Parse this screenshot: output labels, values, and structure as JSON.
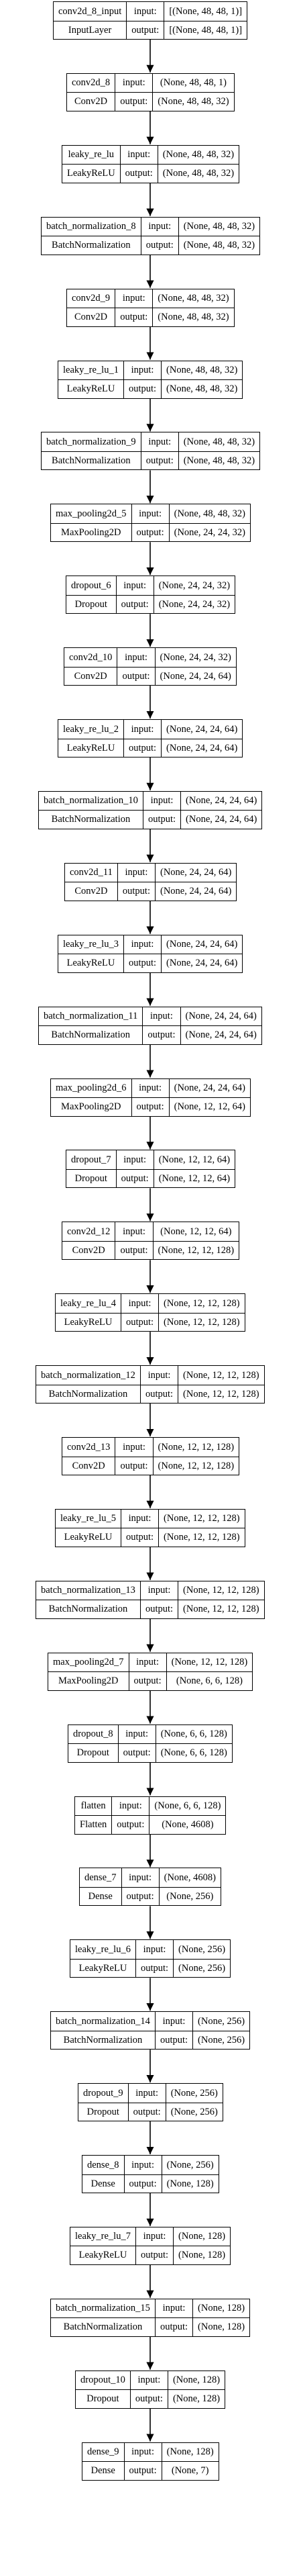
{
  "model_diagram": {
    "input_label": "input:",
    "output_label": "output:",
    "layers": [
      {
        "name": "conv2d_8_input",
        "type": "InputLayer",
        "input": "[(None, 48, 48, 1)]",
        "output": "[(None, 48, 48, 1)]"
      },
      {
        "name": "conv2d_8",
        "type": "Conv2D",
        "input": "(None, 48, 48, 1)",
        "output": "(None, 48, 48, 32)"
      },
      {
        "name": "leaky_re_lu",
        "type": "LeakyReLU",
        "input": "(None, 48, 48, 32)",
        "output": "(None, 48, 48, 32)"
      },
      {
        "name": "batch_normalization_8",
        "type": "BatchNormalization",
        "input": "(None, 48, 48, 32)",
        "output": "(None, 48, 48, 32)"
      },
      {
        "name": "conv2d_9",
        "type": "Conv2D",
        "input": "(None, 48, 48, 32)",
        "output": "(None, 48, 48, 32)"
      },
      {
        "name": "leaky_re_lu_1",
        "type": "LeakyReLU",
        "input": "(None, 48, 48, 32)",
        "output": "(None, 48, 48, 32)"
      },
      {
        "name": "batch_normalization_9",
        "type": "BatchNormalization",
        "input": "(None, 48, 48, 32)",
        "output": "(None, 48, 48, 32)"
      },
      {
        "name": "max_pooling2d_5",
        "type": "MaxPooling2D",
        "input": "(None, 48, 48, 32)",
        "output": "(None, 24, 24, 32)"
      },
      {
        "name": "dropout_6",
        "type": "Dropout",
        "input": "(None, 24, 24, 32)",
        "output": "(None, 24, 24, 32)"
      },
      {
        "name": "conv2d_10",
        "type": "Conv2D",
        "input": "(None, 24, 24, 32)",
        "output": "(None, 24, 24, 64)"
      },
      {
        "name": "leaky_re_lu_2",
        "type": "LeakyReLU",
        "input": "(None, 24, 24, 64)",
        "output": "(None, 24, 24, 64)"
      },
      {
        "name": "batch_normalization_10",
        "type": "BatchNormalization",
        "input": "(None, 24, 24, 64)",
        "output": "(None, 24, 24, 64)"
      },
      {
        "name": "conv2d_11",
        "type": "Conv2D",
        "input": "(None, 24, 24, 64)",
        "output": "(None, 24, 24, 64)"
      },
      {
        "name": "leaky_re_lu_3",
        "type": "LeakyReLU",
        "input": "(None, 24, 24, 64)",
        "output": "(None, 24, 24, 64)"
      },
      {
        "name": "batch_normalization_11",
        "type": "BatchNormalization",
        "input": "(None, 24, 24, 64)",
        "output": "(None, 24, 24, 64)"
      },
      {
        "name": "max_pooling2d_6",
        "type": "MaxPooling2D",
        "input": "(None, 24, 24, 64)",
        "output": "(None, 12, 12, 64)"
      },
      {
        "name": "dropout_7",
        "type": "Dropout",
        "input": "(None, 12, 12, 64)",
        "output": "(None, 12, 12, 64)"
      },
      {
        "name": "conv2d_12",
        "type": "Conv2D",
        "input": "(None, 12, 12, 64)",
        "output": "(None, 12, 12, 128)"
      },
      {
        "name": "leaky_re_lu_4",
        "type": "LeakyReLU",
        "input": "(None, 12, 12, 128)",
        "output": "(None, 12, 12, 128)"
      },
      {
        "name": "batch_normalization_12",
        "type": "BatchNormalization",
        "input": "(None, 12, 12, 128)",
        "output": "(None, 12, 12, 128)"
      },
      {
        "name": "conv2d_13",
        "type": "Conv2D",
        "input": "(None, 12, 12, 128)",
        "output": "(None, 12, 12, 128)"
      },
      {
        "name": "leaky_re_lu_5",
        "type": "LeakyReLU",
        "input": "(None, 12, 12, 128)",
        "output": "(None, 12, 12, 128)"
      },
      {
        "name": "batch_normalization_13",
        "type": "BatchNormalization",
        "input": "(None, 12, 12, 128)",
        "output": "(None, 12, 12, 128)"
      },
      {
        "name": "max_pooling2d_7",
        "type": "MaxPooling2D",
        "input": "(None, 12, 12, 128)",
        "output": "(None, 6, 6, 128)"
      },
      {
        "name": "dropout_8",
        "type": "Dropout",
        "input": "(None, 6, 6, 128)",
        "output": "(None, 6, 6, 128)"
      },
      {
        "name": "flatten",
        "type": "Flatten",
        "input": "(None, 6, 6, 128)",
        "output": "(None, 4608)"
      },
      {
        "name": "dense_7",
        "type": "Dense",
        "input": "(None, 4608)",
        "output": "(None, 256)"
      },
      {
        "name": "leaky_re_lu_6",
        "type": "LeakyReLU",
        "input": "(None, 256)",
        "output": "(None, 256)"
      },
      {
        "name": "batch_normalization_14",
        "type": "BatchNormalization",
        "input": "(None, 256)",
        "output": "(None, 256)"
      },
      {
        "name": "dropout_9",
        "type": "Dropout",
        "input": "(None, 256)",
        "output": "(None, 256)"
      },
      {
        "name": "dense_8",
        "type": "Dense",
        "input": "(None, 256)",
        "output": "(None, 128)"
      },
      {
        "name": "leaky_re_lu_7",
        "type": "LeakyReLU",
        "input": "(None, 128)",
        "output": "(None, 128)"
      },
      {
        "name": "batch_normalization_15",
        "type": "BatchNormalization",
        "input": "(None, 128)",
        "output": "(None, 128)"
      },
      {
        "name": "dropout_10",
        "type": "Dropout",
        "input": "(None, 128)",
        "output": "(None, 128)"
      },
      {
        "name": "dense_9",
        "type": "Dense",
        "input": "(None, 128)",
        "output": "(None, 7)"
      }
    ]
  }
}
